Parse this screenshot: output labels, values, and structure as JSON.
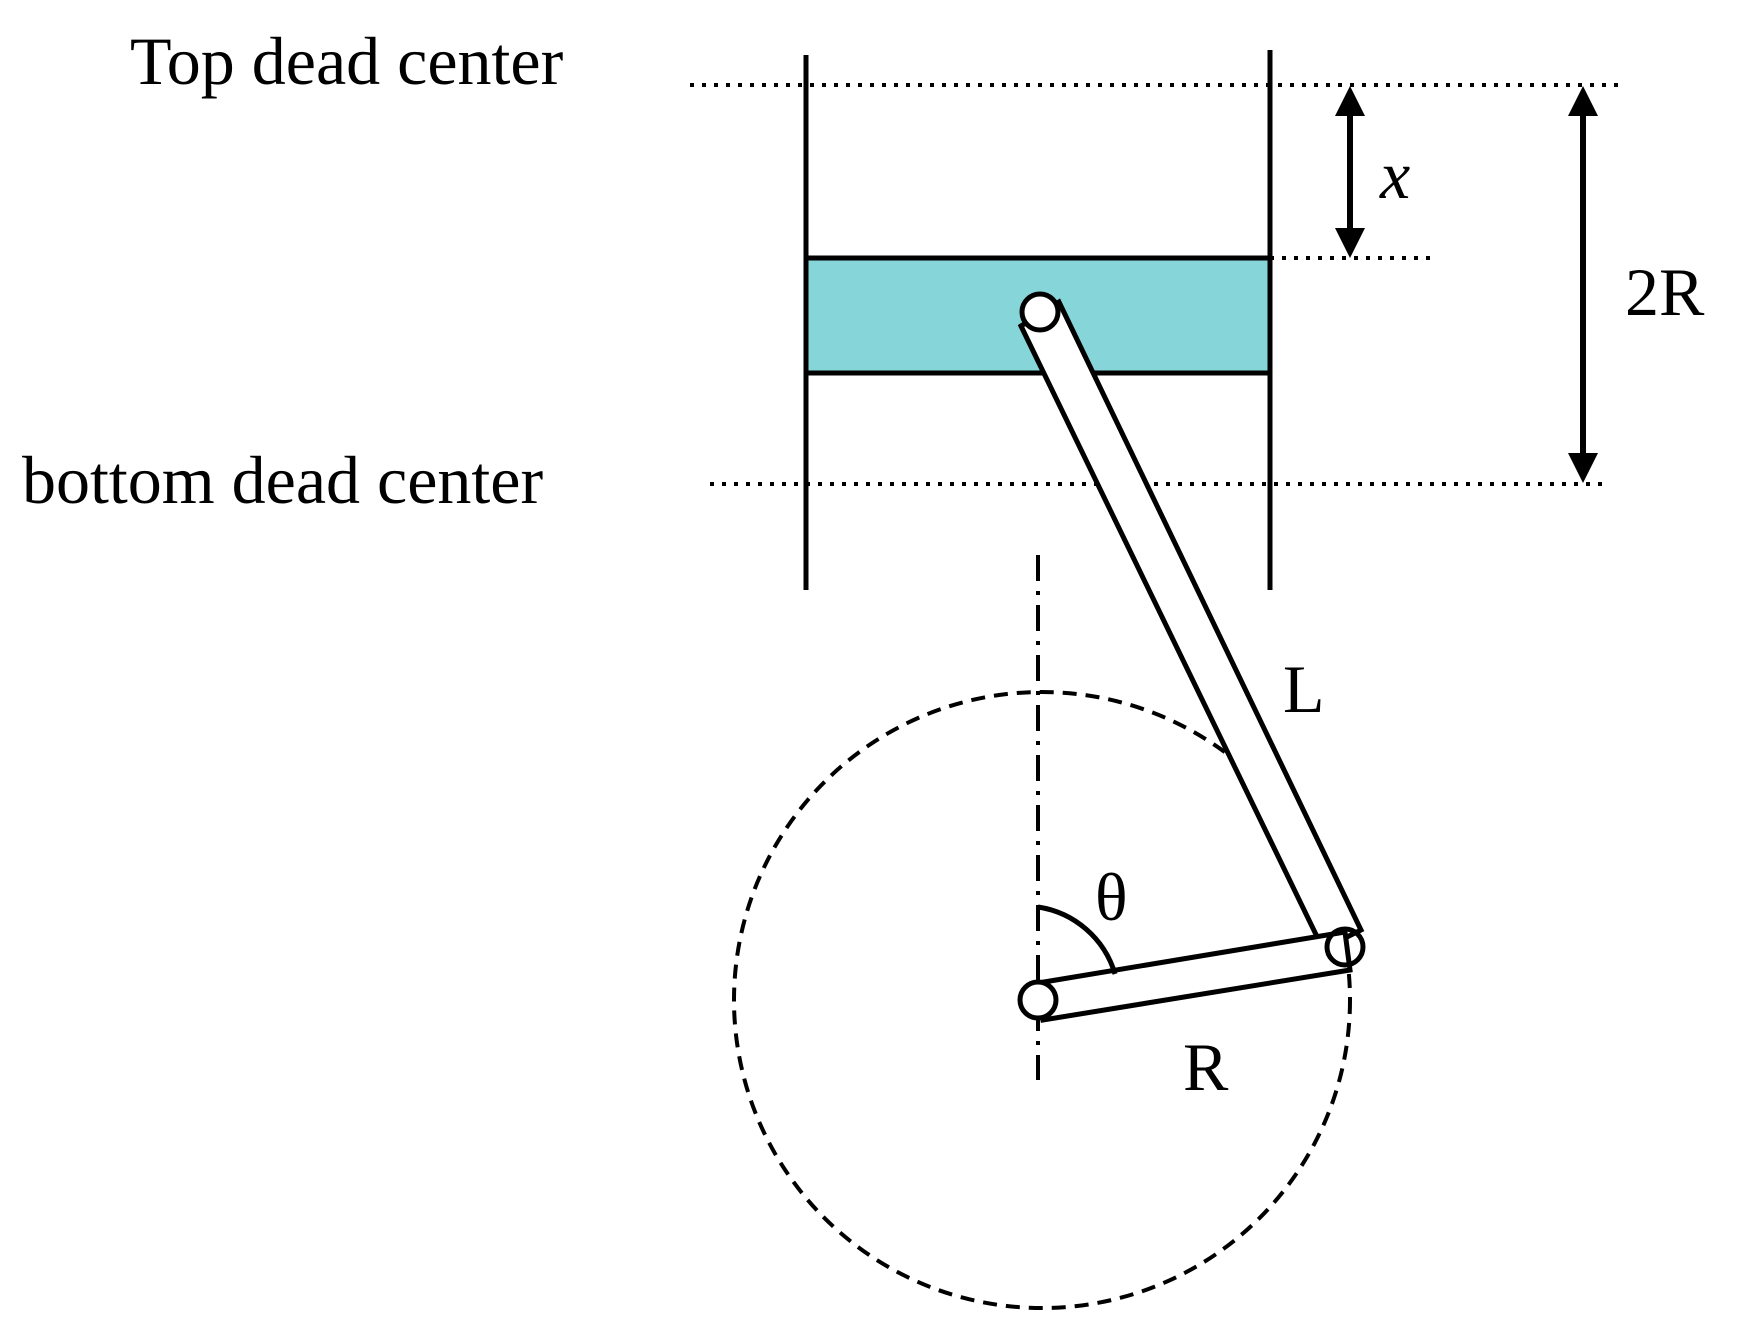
{
  "labels": {
    "top_dead_center": "Top dead center",
    "bottom_dead_center": "bottom dead center",
    "x": "x",
    "two_r": "2R",
    "l": "L",
    "theta": "θ",
    "r": "R"
  },
  "colors": {
    "piston_fill": "#86d5d9",
    "line": "#000000",
    "background": "#ffffff"
  }
}
